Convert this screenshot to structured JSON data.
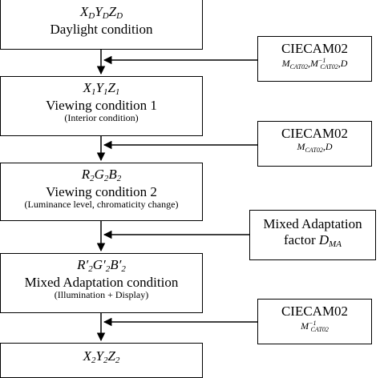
{
  "boxes": {
    "daylight": {
      "symbol": [
        "X",
        "D",
        "Y",
        "D",
        "Z",
        "D"
      ],
      "label": "Daylight condition"
    },
    "viewing1": {
      "symbol": [
        "X",
        "1",
        "Y",
        "1",
        "Z",
        "1"
      ],
      "label": "Viewing condition 1",
      "note": "(Interior condition)"
    },
    "viewing2": {
      "symbol": [
        "R",
        "2",
        "G",
        "2",
        "B",
        "2"
      ],
      "label": "Viewing condition 2",
      "note": "(Luminance level, chromaticity change)"
    },
    "mixed": {
      "symbol": "R′2G′2B′2",
      "label": "Mixed Adaptation condition",
      "note": "(Illumination + Display)"
    },
    "output": {
      "symbol": [
        "X",
        "2",
        "Y",
        "2",
        "Z",
        "2"
      ]
    }
  },
  "side": {
    "ciecam1": {
      "title": "CIECAM02",
      "params": "M_CAT02, M_CAT02^-1, D"
    },
    "ciecam2": {
      "title": "CIECAM02",
      "params": "M_CAT02, D"
    },
    "mixed": {
      "title": "Mixed Adaptation",
      "line2": "factor",
      "symbol": "D",
      "sub": "MA"
    },
    "ciecam3": {
      "title": "CIECAM02",
      "params": "M_CAT02^-1"
    }
  }
}
